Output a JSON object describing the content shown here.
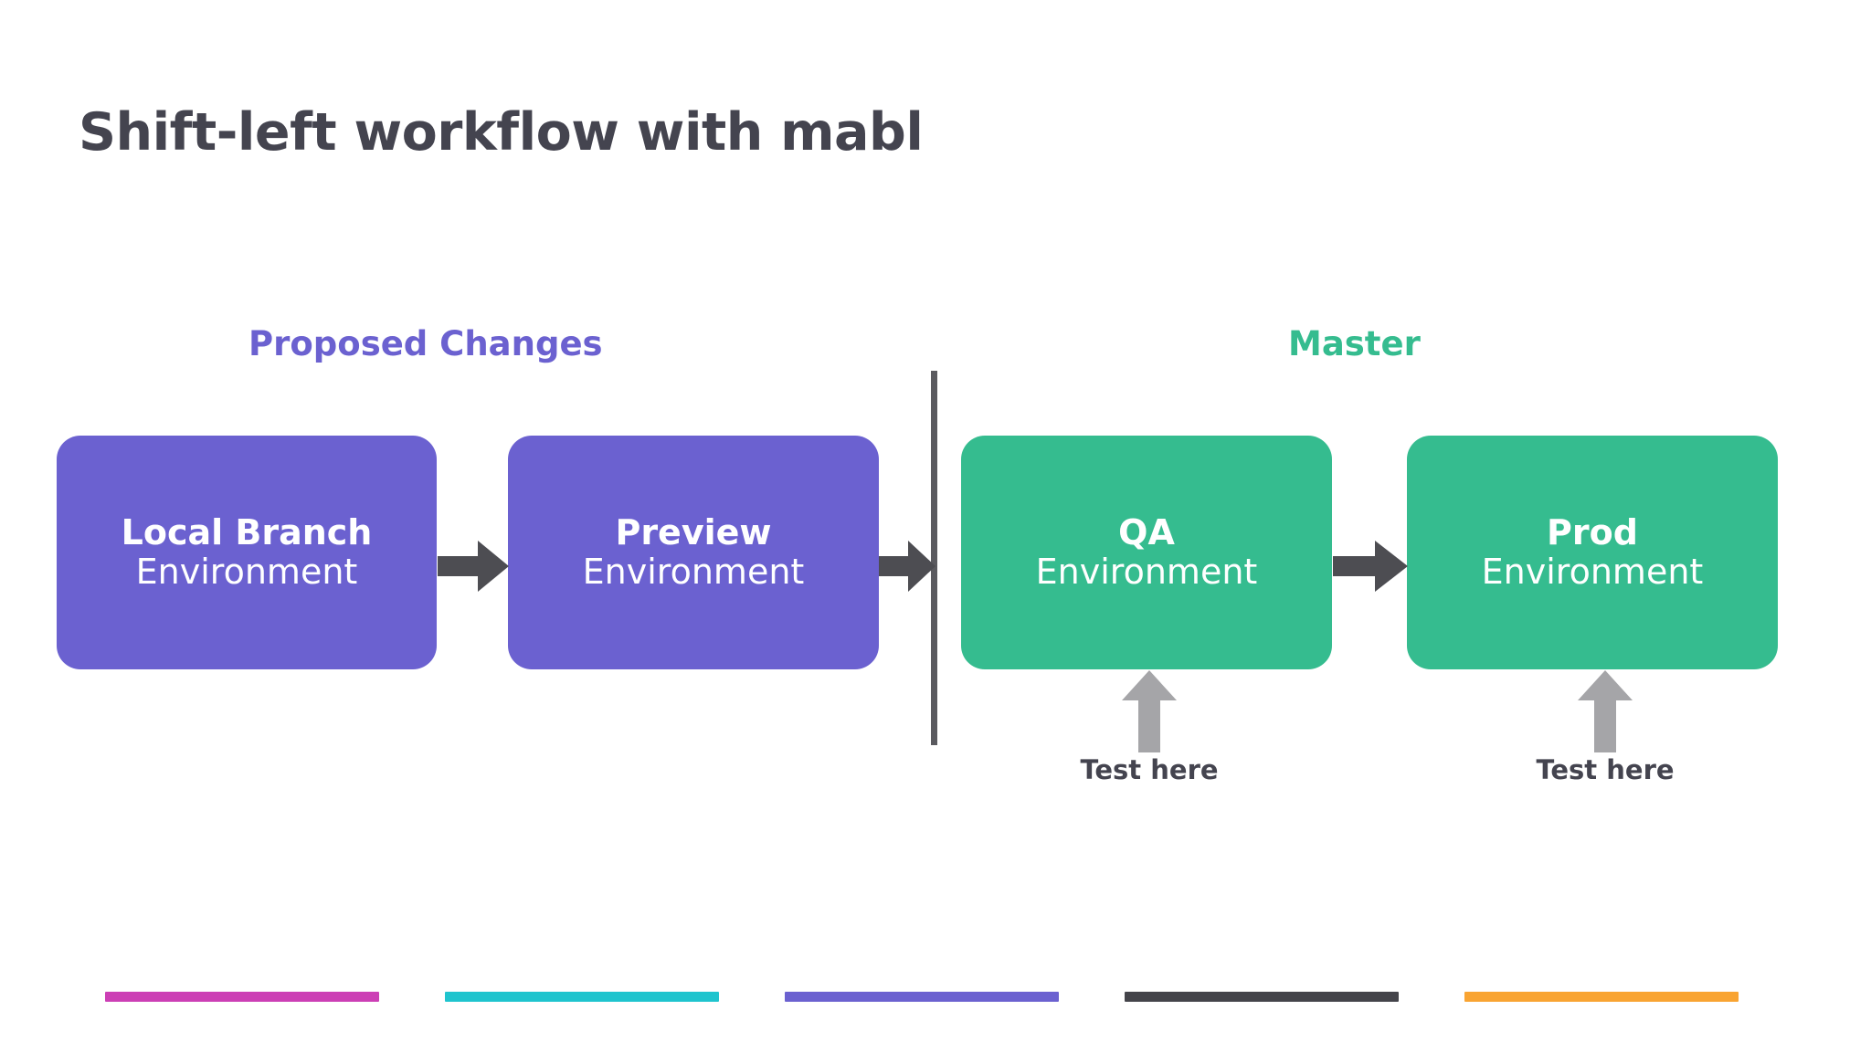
{
  "slide": {
    "title": "Shift-left workflow with mabl",
    "title_color": "#44444f",
    "background": "#ffffff"
  },
  "lanes": [
    {
      "label": "Proposed Changes",
      "color": "#6b61d0"
    },
    {
      "label": "Master",
      "color": "#35bc8f"
    }
  ],
  "divider": {
    "color": "#5a5a5f"
  },
  "stages": [
    {
      "name": "Local Branch",
      "sub": "Environment",
      "color": "#6b61d0",
      "lane": "Proposed Changes"
    },
    {
      "name": "Preview",
      "sub": "Environment",
      "color": "#6b61d0",
      "lane": "Proposed Changes"
    },
    {
      "name": "QA",
      "sub": "Environment",
      "color": "#35bc8f",
      "lane": "Master"
    },
    {
      "name": "Prod",
      "sub": "Environment",
      "color": "#35bc8f",
      "lane": "Master"
    }
  ],
  "flow_arrows": [
    {
      "from": "Local Branch",
      "to": "Preview",
      "color": "#4d4d52"
    },
    {
      "from": "Preview",
      "to": "QA",
      "color": "#4d4d52"
    },
    {
      "from": "QA",
      "to": "Prod",
      "color": "#4d4d52"
    }
  ],
  "test_markers": [
    {
      "label": "Test here",
      "target": "QA",
      "arrow_color": "#a5a5a8",
      "label_color": "#44444f"
    },
    {
      "label": "Test here",
      "target": "Prod",
      "arrow_color": "#a5a5a8",
      "label_color": "#44444f"
    }
  ],
  "accent_bars": [
    {
      "color": "#cc3fb5"
    },
    {
      "color": "#1fc4ce"
    },
    {
      "color": "#6b61d0"
    },
    {
      "color": "#44444a"
    },
    {
      "color": "#f9a432"
    }
  ]
}
